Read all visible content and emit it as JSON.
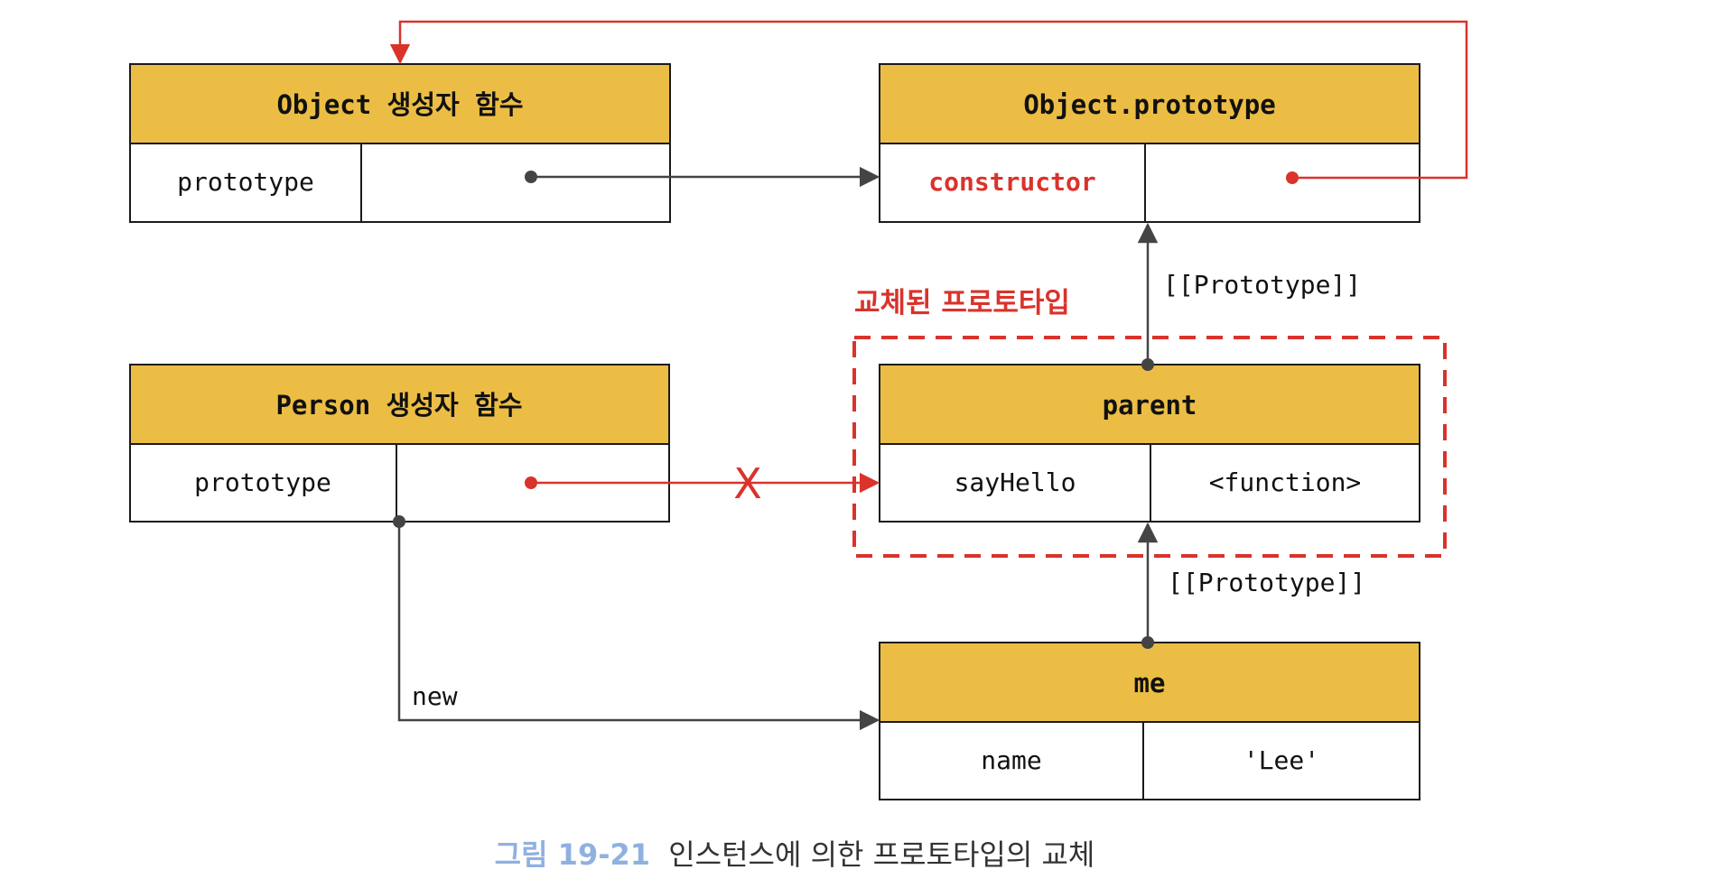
{
  "colors": {
    "header_fill": "#ecbd45",
    "cell_fill": "#ffffff",
    "border": "#1a1a1a",
    "arrow_gray": "#444444",
    "arrow_red": "#d9332b",
    "highlight_red": "#d9332b",
    "caption_label_blue": "#8fb1e0",
    "caption_text": "#333333"
  },
  "boxes": {
    "object_ctor": {
      "title": "Object 생성자 함수",
      "key": "prototype",
      "value": ""
    },
    "object_proto": {
      "title": "Object.prototype",
      "key": "constructor",
      "value": ""
    },
    "person_ctor": {
      "title": "Person 생성자 함수",
      "key": "prototype",
      "value": ""
    },
    "parent": {
      "title": "parent",
      "key": "sayHello",
      "value": "<function>"
    },
    "me": {
      "title": "me",
      "key": "name",
      "value": "'Lee'"
    }
  },
  "labels": {
    "replaced_prototype": "교체된 프로토타입",
    "proto_link_top": "[[Prototype]]",
    "proto_link_bottom": "[[Prototype]]",
    "new_label": "new",
    "cross_mark": "X"
  },
  "caption": {
    "label": "그림 19-21",
    "text": "인스턴스에 의한 프로토타입의 교체"
  }
}
